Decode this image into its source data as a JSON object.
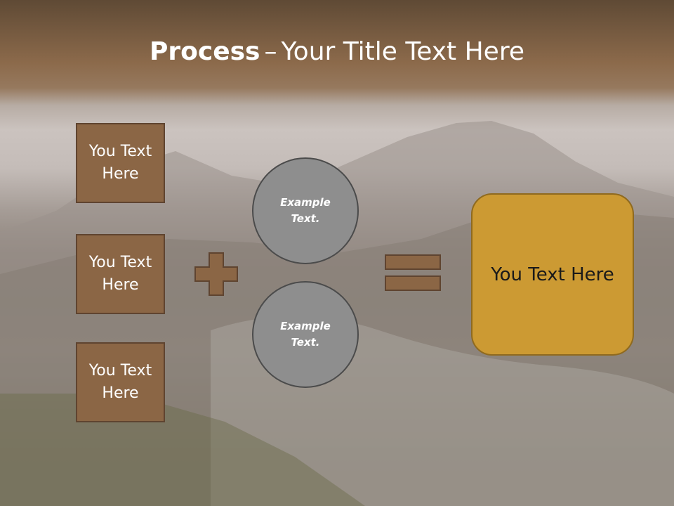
{
  "slide": {
    "title_bold": "Process",
    "title_dash": "–",
    "title_rest": "Your Title Text Here",
    "left_boxes": [
      {
        "line1": "You Text",
        "line2": "Here"
      },
      {
        "line1": "You Text",
        "line2": "Here"
      },
      {
        "line1": "You Text",
        "line2": "Here"
      }
    ],
    "circles": [
      {
        "line1": "Example",
        "line2": "Text."
      },
      {
        "line1": "Example",
        "line2": "Text."
      }
    ],
    "result_text": "You Text Here"
  },
  "colors": {
    "box_fill": "#8b6645",
    "box_border": "#5f4430",
    "circle_fill": "#8e8e8e",
    "result_fill": "#cc9a33",
    "header_brown": "#7c5d40"
  },
  "icons": [
    "plus-icon",
    "equals-icon"
  ]
}
